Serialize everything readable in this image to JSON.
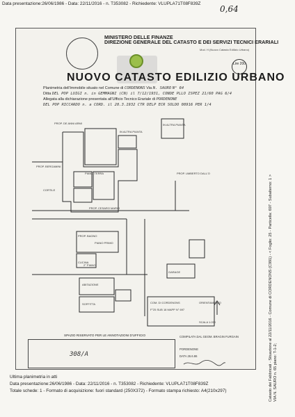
{
  "header": {
    "line": "Data presentazione:26/06/1986 - Data: 22/11/2016 - n. T353082 - Richiedente: VLUPLA71T08F839Z",
    "handwritten_number": "0,64"
  },
  "ministry": {
    "lines": [
      "MINISTERO DELLE FINANZE",
      "DIREZIONE GENERALE DEL CATASTO E DEI SERVIZI TECNICI ERARIALI"
    ],
    "subline": "NUOVO CATASTO EDILIZIO URBANO",
    "model": "Mod. H (Nuovo Catasto Edilizio Urbano)",
    "stamp_price": "Lire 200"
  },
  "form": {
    "planimetria_label": "Planimetria dell'immobile situato nel Comune di",
    "comune": "CORDENONS",
    "via_label": "Via",
    "via": "N. SAURO",
    "civico": "N° 64",
    "ditta_label": "Ditta",
    "ditta": "DEL POP LUIGI n. in GEMMAGNI (CN) il 7/12/1931, CONDE PLLO ISPEZ 21/60 PAG 6/4",
    "allegata_label": "Allegata alla dichiarazione presentata all'Ufficio Tecnico Erariale di",
    "ufficio": "PORDENONE",
    "del_line": "DEL POP RICCARDO  n. a CORD. il 28.3.1932  CTR DELP ECR SOLDO 08916 PER 1/4"
  },
  "plan": {
    "labels": [
      "PROP. DE ANNI ARMI",
      "PIANO TERRA",
      "PIANO PRIMO",
      "IN ALTRA PIANTA",
      "IN ALTRA PIANTA",
      "PROP. CESARO MARIO",
      "PROP. UMBERTO DALL'O",
      "PROP. BERGAMINI",
      "PROP. BAGNO",
      "CUCINA",
      "ABITAZIONE",
      "SOFFITTA",
      "2° PIANO",
      "CORTILE",
      "GARAGE"
    ],
    "comune_box": "COM. DI CORDENONS",
    "scala": "SCALA 1:200",
    "foglio": "F°25 SUB 18 MAPP N° 697",
    "orientamento": "ORIENTAMENTO"
  },
  "reserved": {
    "title": "SPAZIO RISERVATO PER LE ANNOTAZIONI D'UFFICIO",
    "handwritten": "308/A",
    "signature_block": "COMPILATA DAL GEOM. BRAGIN FURGAIN",
    "place": "PORDENONE",
    "date_line": "DATA 26.6.86"
  },
  "footer": {
    "line1": "Ultima planimetria in atti",
    "line2": "Data presentazione:26/06/1986 - Data: 22/11/2016 - n. T353082 - Richiedente: VLUPLA71T08F839Z",
    "line3": "Totale schede: 1 - Formato di acquisizione: fuori standard (250X372) - Formato stampa richiesto: A4(210x297)"
  },
  "sidebar": {
    "line1": "Catasto dei Fabbricati - Situazione al 22/11/2016 - Comune di CORDENONS (C991) - < Foglio: 25 - Particella: 697 - Subalterno: 1 >",
    "line2": "VIA N. SAURO n. 65 piano: T-1-2;"
  }
}
